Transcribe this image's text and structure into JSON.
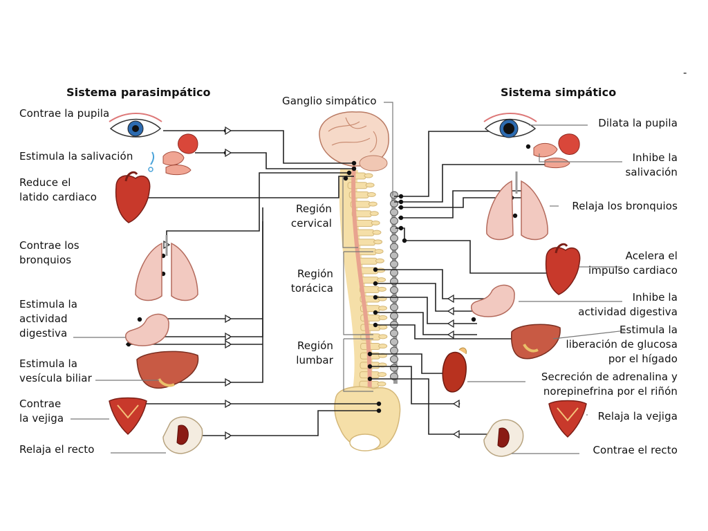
{
  "headings": {
    "parasympathetic": "Sistema parasimpático",
    "sympathetic": "Sistema simpático",
    "ganglion": "Ganglio simpático"
  },
  "regions": {
    "cervical": [
      "Región",
      "cervical"
    ],
    "thoracic": [
      "Región",
      "torácica"
    ],
    "lumbar": [
      "Región",
      "lumbar"
    ]
  },
  "parasympathetic_labels": [
    [
      "Contrae la pupila"
    ],
    [
      "Estimula la salivación"
    ],
    [
      "Reduce el",
      "latido cardiaco"
    ],
    [
      "Contrae los",
      "bronquios"
    ],
    [
      "Estimula la",
      "actividad",
      "digestiva"
    ],
    [
      "Estimula la",
      "vesícula biliar"
    ],
    [
      "Contrae",
      "la vejiga"
    ],
    [
      "Relaja el recto"
    ]
  ],
  "sympathetic_labels": [
    [
      "Dilata la pupila"
    ],
    [
      "Inhibe la",
      "salivación"
    ],
    [
      "Relaja los bronquios"
    ],
    [
      "Acelera el",
      "impulso cardiaco"
    ],
    [
      "Inhibe la",
      "actividad digestiva"
    ],
    [
      "Estimula la",
      "liberación de glucosa",
      "por el hígado"
    ],
    [
      "Secreción de adrenalina y",
      "norepinefrina por el riñón"
    ],
    [
      "Relaja la vejiga"
    ],
    [
      "Contrae el recto"
    ]
  ],
  "corner_mark": "-",
  "colors": {
    "line": "#222222",
    "organ_red": "#c8392b",
    "organ_pink": "#f2c9c0",
    "spine": "#f5dfa8",
    "cord": "#e8a38f",
    "ganglia": "#9a9a9a"
  }
}
